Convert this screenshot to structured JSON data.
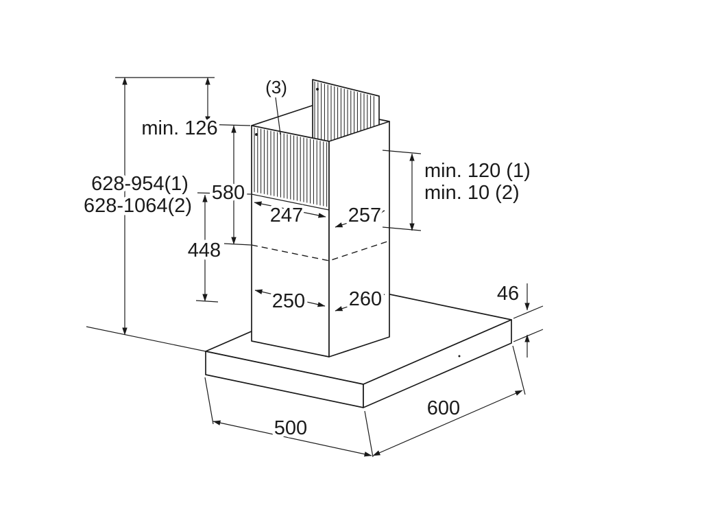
{
  "diagram": {
    "type": "installation-dimension-drawing",
    "subject": "wall-mounted chimney cooker hood",
    "colors": {
      "line": "#1a1a1a",
      "background": "#ffffff"
    },
    "labels": {
      "overall_height_duct": "628-954(1)",
      "overall_height_recirc": "628-1064(2)",
      "min_top_clearance": "min. 126",
      "upper_section_height": "580",
      "lower_section_height": "448",
      "chimney_top_front": "247",
      "chimney_top_side": "257",
      "chimney_bottom_front": "250",
      "chimney_bottom_side": "260",
      "min_duct_mode": "min. 120 (1)",
      "min_recirc_mode": "min. 10 (2)",
      "body_edge_height": "46",
      "hood_depth": "500",
      "hood_width": "600",
      "grille_callout": "(3)"
    }
  }
}
